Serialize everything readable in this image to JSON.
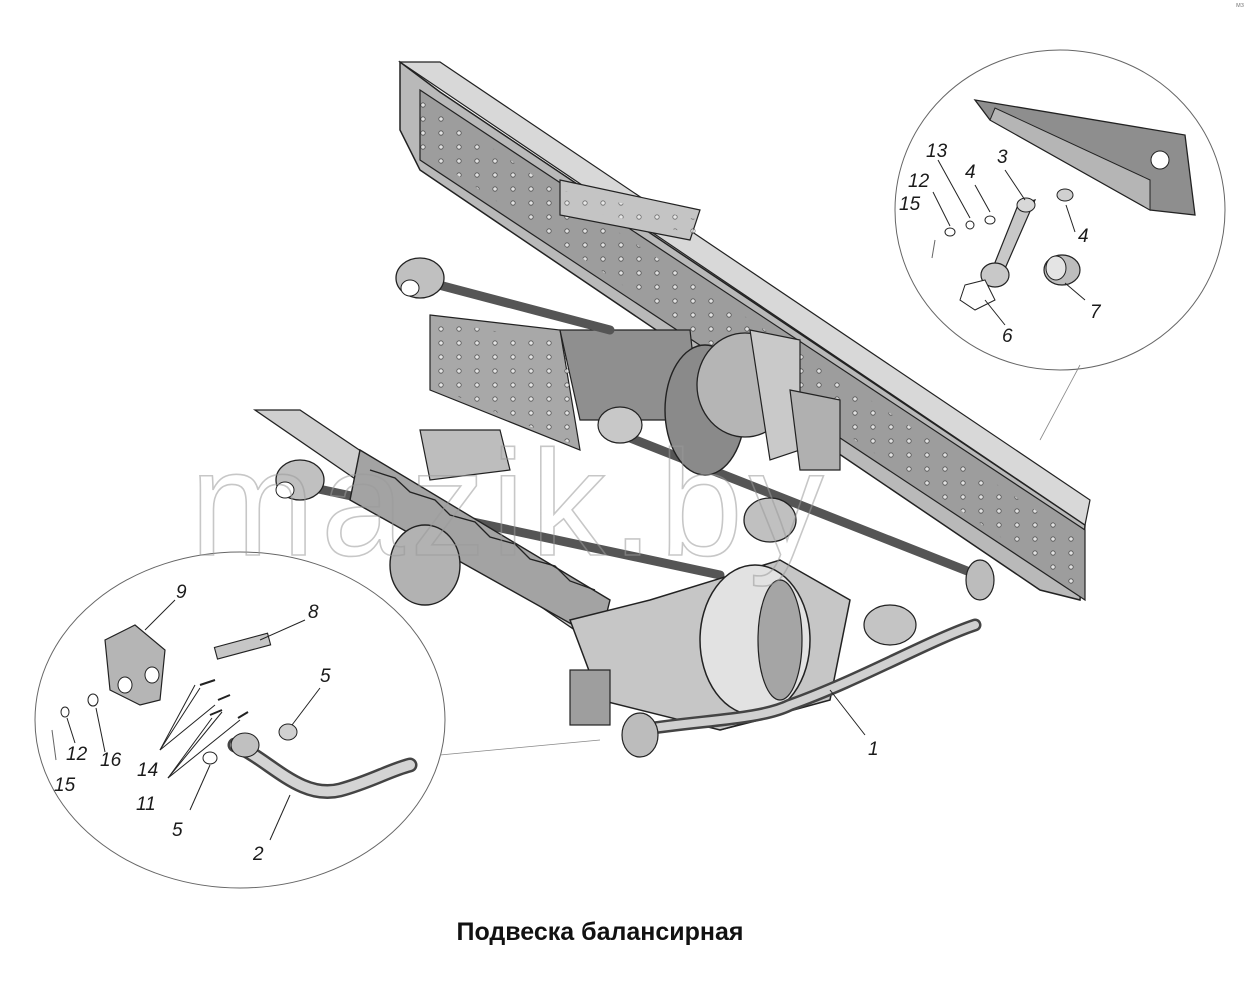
{
  "caption": "Подвеска балансирная",
  "watermark": "mazik.by",
  "corner_mark": "мз",
  "callouts": {
    "c1": "1",
    "c2": "2",
    "c3": "3",
    "c4a": "4",
    "c4b": "4",
    "c5a": "5",
    "c5b": "5",
    "c6": "6",
    "c7": "7",
    "c8": "8",
    "c9": "9",
    "c11": "11",
    "c12a": "12",
    "c12b": "12",
    "c13": "13",
    "c14": "14",
    "c15a": "15",
    "c15b": "15",
    "c16": "16"
  }
}
